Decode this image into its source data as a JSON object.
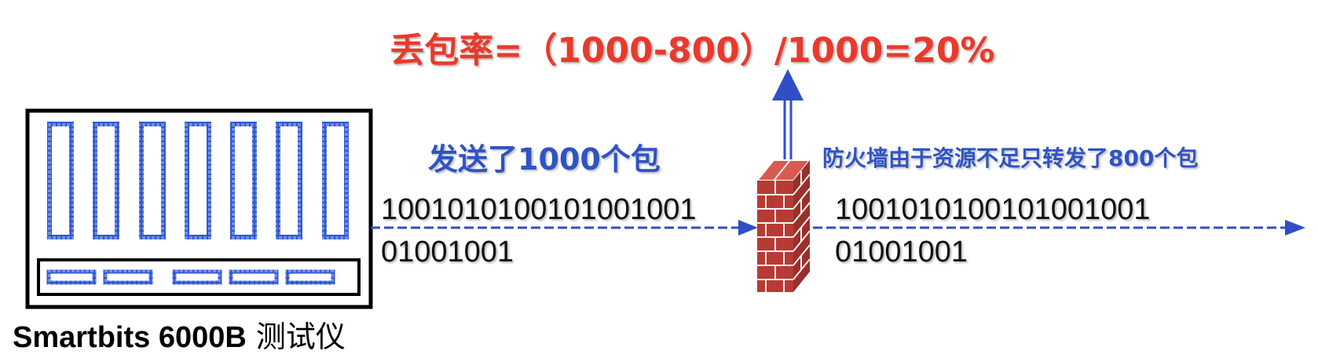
{
  "formula": "丢包率=（1000-800）/1000=20%",
  "sent_label": "发送了1000个包",
  "forwarded_label": "防火墙由于资源不足只转发了800个包",
  "bits_left": [
    "1001010100101001001",
    "01001001"
  ],
  "bits_right": [
    "1001010100101001001",
    "01001001"
  ],
  "device": {
    "name": "Smartbits 6000B",
    "suffix": " 测试仪"
  },
  "colors": {
    "formula": "#e83a2c",
    "labels": "#2f53c4",
    "arrow": "#2e4fc6",
    "brick": "#b83a34"
  }
}
